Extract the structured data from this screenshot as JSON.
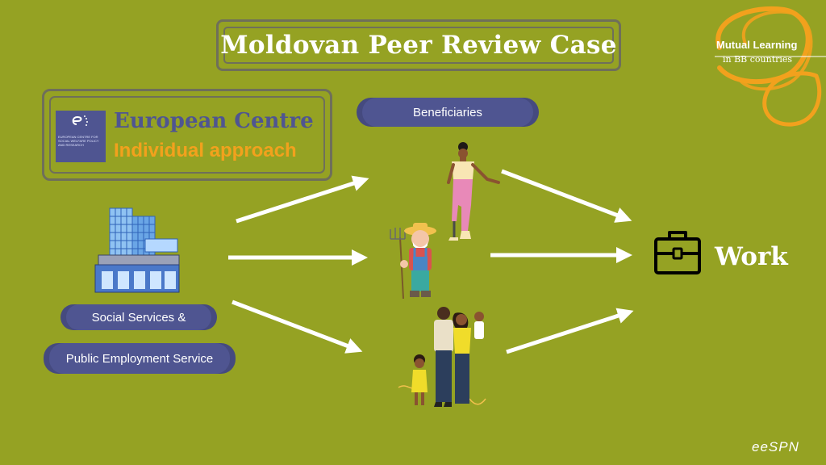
{
  "title": "Moldovan Peer Review Case",
  "european_centre": {
    "name": "European Centre",
    "subtitle": "Individual approach",
    "logo_caption": "European Centre for Social Welfare Policy and Research"
  },
  "beneficiaries_label": "Beneficiaries",
  "services": {
    "line1": "Social Services &",
    "line2": "Public Employment Service"
  },
  "work_label": "Work",
  "mutual_learning": {
    "title": "Mutual Learning",
    "subtitle": "in BB countries"
  },
  "footer_logo": "eeSPN",
  "colors": {
    "background": "#95a223",
    "navy": "#4f5591",
    "orange": "#f2a11d",
    "white": "#ffffff"
  },
  "icons": [
    "office-building-icon",
    "woman-with-prosthetic-leg-illustration",
    "farmer-with-pitchfork-illustration",
    "family-illustration",
    "briefcase-icon"
  ]
}
